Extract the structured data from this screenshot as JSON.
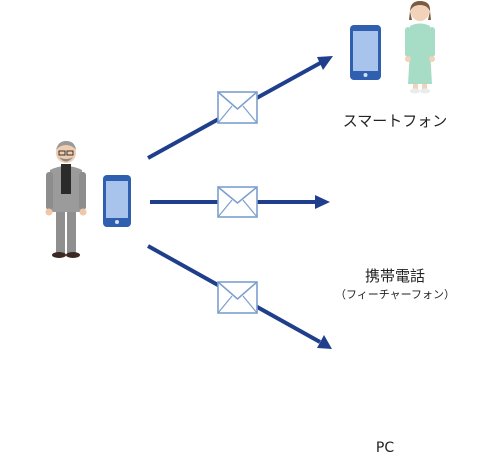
{
  "receivers": {
    "smartphone": {
      "label": "スマートフォン"
    },
    "feature_phone": {
      "label": "携帯電話",
      "sublabel": "（フィーチャーフォン）"
    },
    "pc": {
      "label": "PC"
    }
  },
  "colors": {
    "arrow": "#1f3f8c",
    "envelope_stroke": "#7d9fce",
    "device_blue": "#2f5fae",
    "screen_blue": "#a9c4ec"
  }
}
